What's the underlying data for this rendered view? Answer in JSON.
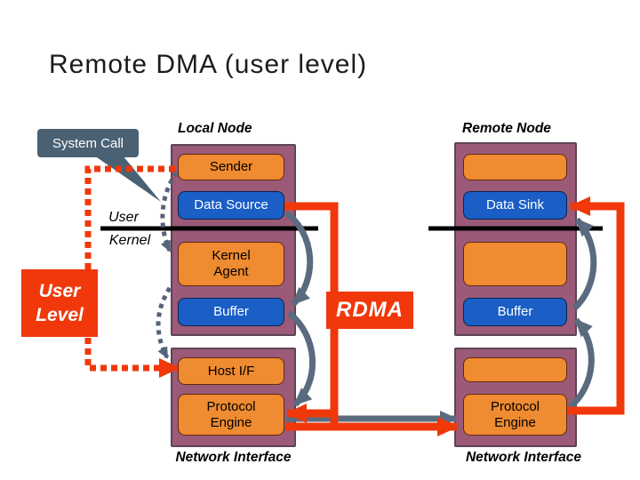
{
  "slide": {
    "title": "Remote DMA (user level)"
  },
  "callout": {
    "system_call": "System Call"
  },
  "annotations": {
    "user_level": [
      "User",
      "Level"
    ],
    "user": "User",
    "kernel": "Kernel",
    "rdma": "RDMA"
  },
  "local": {
    "header": "Local Node",
    "sender": "Sender",
    "data_source": "Data Source",
    "kernel_agent": [
      "Kernel",
      "Agent"
    ],
    "buffer": "Buffer",
    "host_if": "Host I/F",
    "protocol_engine": [
      "Protocol",
      "Engine"
    ],
    "footer": "Network Interface"
  },
  "remote": {
    "header": "Remote Node",
    "data_sink": "Data Sink",
    "buffer": "Buffer",
    "protocol_engine": [
      "Protocol",
      "Engine"
    ],
    "footer": "Network Interface"
  },
  "colors": {
    "column_purple": "#9a5a78",
    "box_orange": "#ef8b30",
    "box_blue": "#1a5ec6",
    "accent_red": "#f0380b",
    "arrow_slate": "#5a6b80",
    "callout_slate": "#4a6173"
  }
}
